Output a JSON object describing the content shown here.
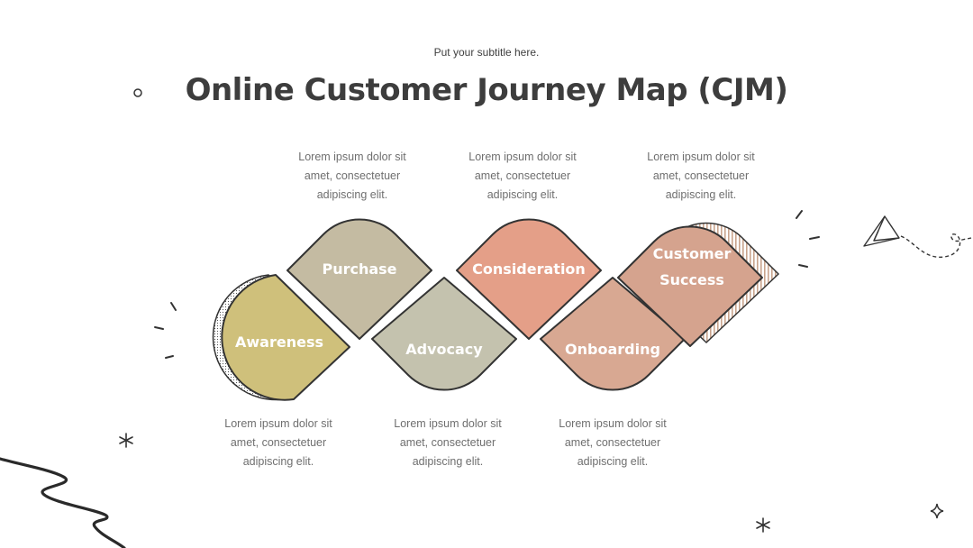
{
  "header": {
    "subtitle": "Put your subtitle here.",
    "title": "Online Customer Journey Map (CJM)"
  },
  "stages": [
    {
      "id": "awareness",
      "label_lines": [
        "Awareness"
      ],
      "description": [
        "Lorem ipsum dolor sit",
        "amet, consectetuer",
        "adipiscing elit."
      ],
      "color": "#cfc07b"
    },
    {
      "id": "purchase",
      "label_lines": [
        "Purchase"
      ],
      "description": [
        "Lorem ipsum dolor sit",
        "amet, consectetuer",
        "adipiscing elit."
      ],
      "color": "#c4bba2"
    },
    {
      "id": "advocacy",
      "label_lines": [
        "Advocacy"
      ],
      "description": [
        "Lorem ipsum dolor sit",
        "amet, consectetuer",
        "adipiscing elit."
      ],
      "color": "#c4c2ae"
    },
    {
      "id": "consideration",
      "label_lines": [
        "Consideration"
      ],
      "description": [
        "Lorem ipsum dolor sit",
        "amet, consectetuer",
        "adipiscing elit."
      ],
      "color": "#e49f88"
    },
    {
      "id": "onboarding",
      "label_lines": [
        "Onboarding"
      ],
      "description": [
        "Lorem ipsum dolor sit",
        "amet, consectetuer",
        "adipiscing elit."
      ],
      "color": "#d8a892"
    },
    {
      "id": "customer-success",
      "label_lines": [
        "Customer",
        "Success"
      ],
      "description": [
        "Lorem ipsum dolor sit",
        "amet, consectetuer",
        "adipiscing elit."
      ],
      "color": "#d5a38e"
    }
  ],
  "colors": {
    "outline": "#333333",
    "title": "#3d3d3d",
    "description": "#6f6f6f"
  },
  "icons": [
    "paper-plane-icon",
    "asterisk-icon",
    "sparkle-star-icon",
    "circle-doodle-icon"
  ]
}
